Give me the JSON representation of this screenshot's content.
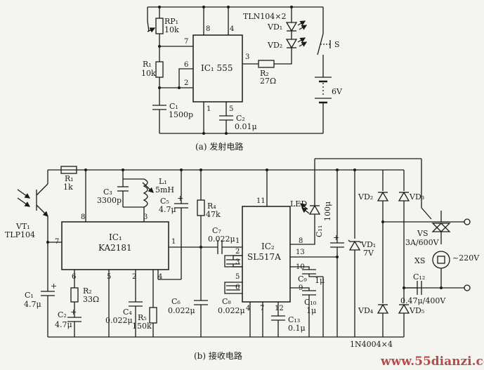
{
  "transmitter": {
    "caption": "(a) 发射电路",
    "ic": "IC₁ 555",
    "pins": {
      "p8": "8",
      "p4": "4",
      "p7": "7",
      "p6": "6",
      "p2": "2",
      "p3": "3",
      "p1": "1",
      "p5": "5"
    },
    "rp1": "RP₁",
    "rp1_val": "10k",
    "r1": "R₁",
    "r1_val": "10k",
    "c1": "C₁",
    "c1_val": "1500p",
    "c2": "C₂",
    "c2_val": "0.01μ",
    "r2": "R₂",
    "r2_val": "27Ω",
    "led_part": "TLN104×2",
    "vd1": "VD₁",
    "vd2": "VD₂",
    "switch": "S",
    "battery": "6V"
  },
  "receiver": {
    "caption": "(b) 接收电路",
    "ic1": "IC₁",
    "ic1_part": "KA2181",
    "ic2": "IC₂",
    "ic2_part": "SL517A",
    "ic1_pins": {
      "p8": "8",
      "p7": "7",
      "p1": "1",
      "p6": "6",
      "p5": "5",
      "p2": "2",
      "p4": "4",
      "p3": "3"
    },
    "ic2_pins": {
      "p11": "11",
      "p1": "1",
      "p2": "2",
      "p3": "3",
      "p5": "5",
      "p6": "6",
      "p8": "8",
      "p13": "13",
      "p10": "10",
      "p9": "9",
      "p4": "4",
      "p7": "7",
      "p12": "12"
    },
    "vt1": "VT₁",
    "vt1_part": "TLP104",
    "r1": "R₁",
    "r1_val": "1k",
    "c3": "C₃",
    "c3_val": "3300p",
    "l1": "L₁",
    "l1_val": "5mH",
    "c5": "C₅",
    "c5_val": "4.7μ",
    "r4": "R₄",
    "r4_val": "47k",
    "c7": "C₇",
    "c7_val": "0.022μ",
    "c8": "C₈",
    "c8_val": "0.022μ",
    "c1": "C₁",
    "c1_val": "4.7μ",
    "r2": "R₂",
    "r2_val": "33Ω",
    "c2": "C₂",
    "c2_val": "4.7μ",
    "c4": "C₄",
    "c4_val": "0.022μ",
    "r5": "R₅",
    "r5_val": "150k",
    "c6": "C₆",
    "c6_val": "0.022μ",
    "led": "LED",
    "c11": "C₁₁",
    "c11_val": "100μ",
    "vd1": "VD₁",
    "vd1_val": "7V",
    "vd2": "VD₂",
    "vd3": "VD₃",
    "vd4": "VD₄",
    "vd5": "VD₅",
    "c9": "C₉",
    "c9_val": "1μ",
    "c10": "C₁₀",
    "c10_val": "1μ",
    "c13": "C₁₃",
    "c13_val": "0.1μ",
    "c12": "C₁₂",
    "c12_val": "0.47μ/400V",
    "vs": "VS",
    "vs_val": "3A/600V",
    "xs": "XS",
    "mains": "~220V",
    "diode_part": "1N4004×4"
  },
  "watermark": "www.55dianzi.com"
}
